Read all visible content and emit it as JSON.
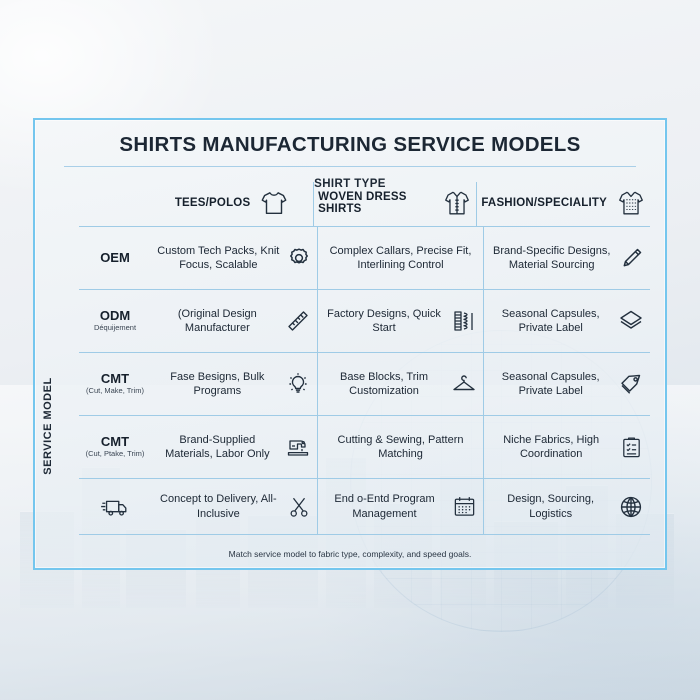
{
  "header": {
    "title": "SHIRTS MANUFACTURING SERVICE MODELS",
    "axis_caption": "SERVICE MODEL",
    "shirt_type_caption": "SHIRT TYPE"
  },
  "columns": [
    {
      "label": "TEES/POLOS",
      "icon": "tshirt-icon"
    },
    {
      "label": "WOVEN DRESS SHIRTS",
      "icon": "dress-shirt-icon"
    },
    {
      "label": "FASHION/SPECIALITY",
      "icon": "patterned-shirt-icon"
    }
  ],
  "rows": [
    {
      "code": "OEM",
      "sub": "",
      "icon": "",
      "cells": [
        {
          "text": "Custom Tech Packs, Knit Focus, Scalable",
          "icon": "gear-icon"
        },
        {
          "text": "Complex Callars, Precise Fit, Interlining Control",
          "icon": ""
        },
        {
          "text": "Brand-Specific Designs, Material Sourcing",
          "icon": "pencil-icon"
        }
      ]
    },
    {
      "code": "ODM",
      "sub": "Déquijement",
      "icon": "",
      "cells": [
        {
          "text": "(Original Design Manufacturer",
          "icon": "ruler-icon"
        },
        {
          "text": "Factory Designs, Quick Start",
          "icon": "fabric-roll-icon"
        },
        {
          "text": "Seasonal Capsules, Private Label",
          "icon": "fabric-swatch-icon"
        }
      ]
    },
    {
      "code": "CMT",
      "sub": "(Cut, Make, Trim)",
      "icon": "",
      "cells": [
        {
          "text": "Fase Besigns, Bulk Programs",
          "icon": "lightbulb-icon"
        },
        {
          "text": "Base Blocks, Trim Customization",
          "icon": "hanger-icon"
        },
        {
          "text": "Seasonal Capsules, Private Label",
          "icon": "price-tag-icon"
        }
      ]
    },
    {
      "code": "CMT",
      "sub": "(Cut, Ptake, Trim)",
      "icon": "",
      "cells": [
        {
          "text": "Brand-Supplied Materials, Labor Only",
          "icon": "sewing-machine-icon"
        },
        {
          "text": "Cutting & Sewing, Pattern Matching",
          "icon": ""
        },
        {
          "text": "Niche Fabrics, High Coordination",
          "icon": "clipboard-checklist-icon"
        }
      ]
    },
    {
      "code": "",
      "sub": "",
      "icon": "delivery-truck-icon",
      "cells": [
        {
          "text": "Concept to Delivery, All-Inclusive",
          "icon": "scissors-icon"
        },
        {
          "text": "End o-Entd Program Management",
          "icon": "calendar-icon"
        },
        {
          "text": "Design, Sourcing, Logistics",
          "icon": "globe-icon"
        }
      ]
    }
  ],
  "footnote": "Match service model to fabric type, complexity, and speed goals.",
  "colors": {
    "frame_border": "#74c6ee",
    "grid_line": "#9fcbe6",
    "title_text": "#1c2734",
    "background": "#eef1f5"
  }
}
